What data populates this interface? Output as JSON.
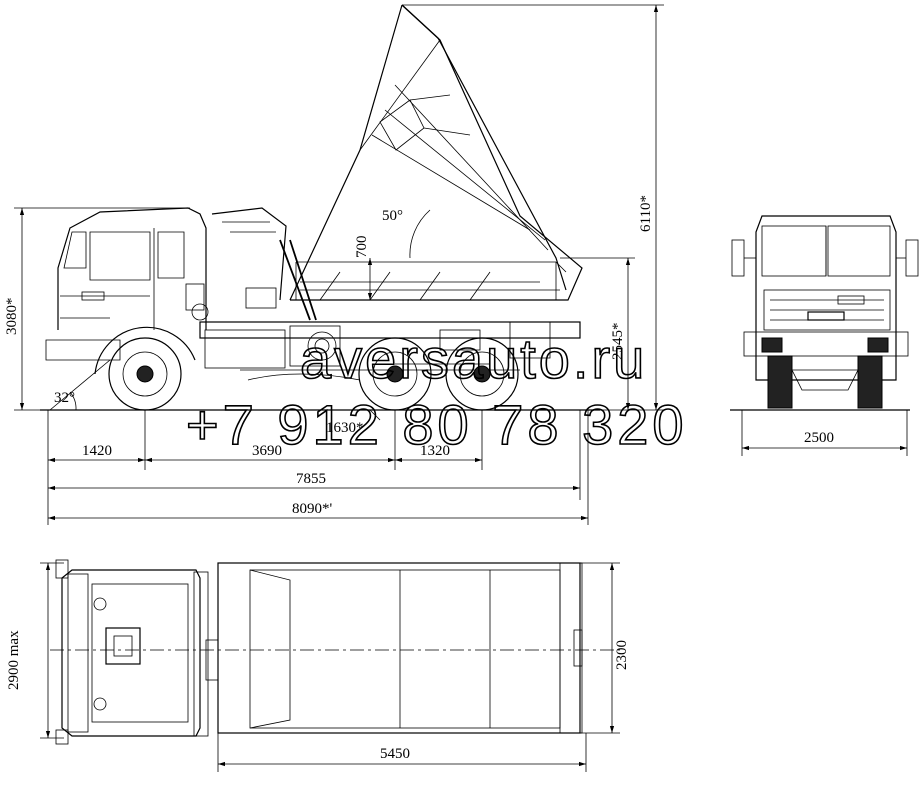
{
  "side_view": {
    "height_label": "3080*",
    "tipped_height_label": "6110*",
    "tip_angle_label": "50°",
    "side_board_label": "700",
    "frame_height_label": "2545*",
    "approach_angle_label": "32°",
    "front_overhang_label": "1420",
    "wheelbase_label": "3690",
    "middle_label": "1630*",
    "rear_axle_spacing_label": "1320",
    "overall_length_label": "7855",
    "overall_length_max_label": "8090*'"
  },
  "front_view": {
    "track_width_label": "2500"
  },
  "top_view": {
    "width_max_label": "2900 max",
    "body_width_label": "2300",
    "body_length_label": "5450"
  },
  "watermark": {
    "site_text": "aversauto.ru",
    "phone_text": "+7 912 80 78 320"
  }
}
